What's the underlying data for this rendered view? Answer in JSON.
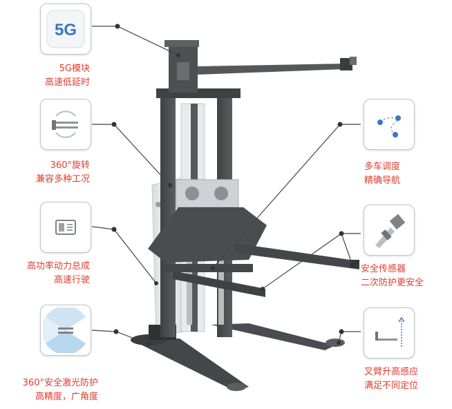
{
  "features": {
    "f5g": {
      "icon": "5g-icon",
      "badge": "5G",
      "line1": "5G模块",
      "line2": "高速低延时"
    },
    "rotate": {
      "icon": "rotate-fork-icon",
      "line1": "360°旋转",
      "line2": "兼容多种工况"
    },
    "power": {
      "icon": "power-module-icon",
      "line1": "高功率动力总成",
      "line2": "高速行驶"
    },
    "laser": {
      "icon": "laser-scan-icon",
      "line1": "360°安全激光防护",
      "line2": "高精度，广角度"
    },
    "dispatch": {
      "icon": "route-pins-icon",
      "line1": "多车调度",
      "line2": "精确导航"
    },
    "sensor": {
      "icon": "sensor-icon",
      "line1": "安全传感器",
      "line2": "二次防护更安全"
    },
    "height": {
      "icon": "fork-height-icon",
      "line1": "叉臂升高感应",
      "line2": "满足不同定位"
    }
  },
  "colors": {
    "accent": "#e03a2f",
    "frame": "#4a4d50",
    "body": "#e9ebed",
    "icon_blue": "#3b76c4"
  }
}
